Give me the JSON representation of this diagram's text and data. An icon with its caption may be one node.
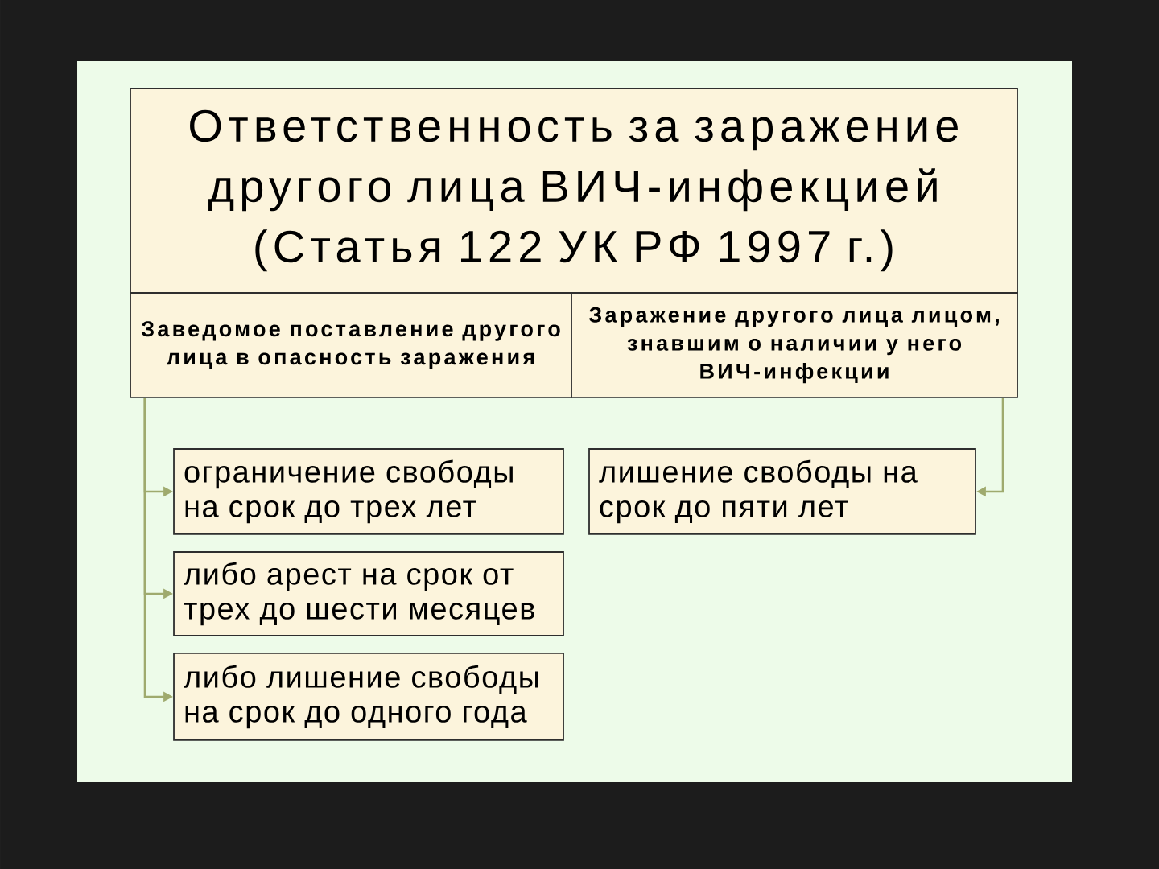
{
  "diagram": {
    "nodes": [
      {
        "text": [
          "Ответственность за заражение другого лица ВИЧ-инфекцией (Статья 122 УК РФ 1997 г.)"
        ]
      },
      {
        "text": [
          "Заведомое поставление другого лица в опасность заражения"
        ]
      },
      {
        "text": [
          "Заражение другого лица лицом, знавшим о наличии у него ВИЧ-инфекции"
        ]
      },
      {
        "text": [
          "ограничение свободы на срок до трех лет"
        ]
      },
      {
        "text": [
          "либо арест на срок от трех до шести месяцев"
        ]
      },
      {
        "text": [
          "либо лишение свободы на срок до одного года"
        ]
      },
      {
        "text": [
          "лишение свободы на срок до пяти лет"
        ]
      }
    ],
    "edges": [
      {
        "from": 1,
        "to": 3,
        "arrow": "to"
      },
      {
        "from": 1,
        "to": 4,
        "arrow": "to"
      },
      {
        "from": 1,
        "to": 5,
        "arrow": "to"
      },
      {
        "from": 2,
        "to": 6,
        "arrow": "to"
      }
    ]
  }
}
